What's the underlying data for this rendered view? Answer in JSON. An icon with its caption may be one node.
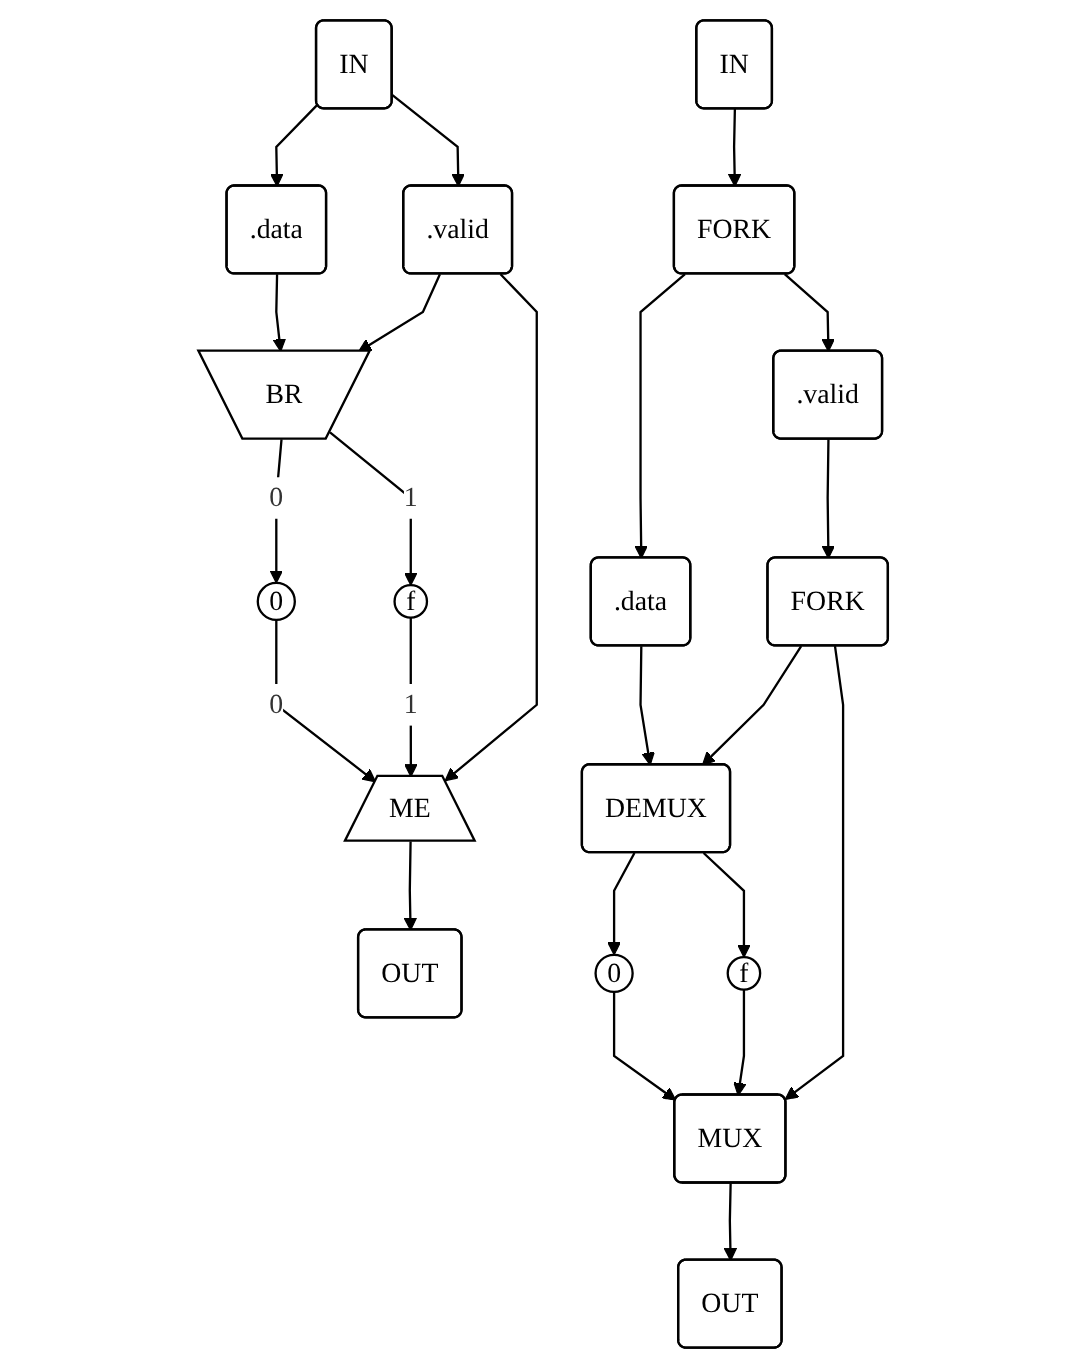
{
  "diagram": {
    "nodes": [
      {
        "text": [
          "IN"
        ]
      },
      {
        "text": [
          ".valid"
        ]
      },
      {
        "text": [
          ".data"
        ]
      },
      {
        "text": [
          "BR"
        ]
      },
      {
        "text": [
          "0"
        ]
      },
      {
        "text": [
          "f"
        ]
      },
      {
        "text": [
          "ME"
        ]
      },
      {
        "text": [
          "OUT"
        ]
      },
      {
        "text": [
          "IN"
        ]
      },
      {
        "text": [
          "FORK"
        ]
      },
      {
        "text": [
          ".valid"
        ]
      },
      {
        "text": [
          ".data"
        ]
      },
      {
        "text": [
          "FORK"
        ]
      },
      {
        "text": [
          "DEMUX"
        ]
      },
      {
        "text": [
          "0"
        ]
      },
      {
        "text": [
          "f"
        ]
      },
      {
        "text": [
          "MUX"
        ]
      },
      {
        "text": [
          "OUT"
        ]
      }
    ],
    "edges": [
      {
        "from": 0,
        "to": 1,
        "arrow": "to"
      },
      {
        "from": 0,
        "to": 2,
        "arrow": "to"
      },
      {
        "from": 2,
        "to": 3,
        "arrow": "to"
      },
      {
        "from": 1,
        "to": 3,
        "arrow": "to"
      },
      {
        "from": 3,
        "to": 4,
        "label": "0",
        "arrow": "to"
      },
      {
        "from": 3,
        "to": 5,
        "label": "1",
        "arrow": "to"
      },
      {
        "from": 4,
        "to": 6,
        "label": "0",
        "arrow": "to"
      },
      {
        "from": 5,
        "to": 6,
        "label": "1",
        "arrow": "to"
      },
      {
        "from": 1,
        "to": 6,
        "arrow": "to"
      },
      {
        "from": 6,
        "to": 7,
        "arrow": "to"
      },
      {
        "from": 8,
        "to": 9,
        "arrow": "to"
      },
      {
        "from": 9,
        "to": 10,
        "arrow": "to"
      },
      {
        "from": 9,
        "to": 11,
        "arrow": "to"
      },
      {
        "from": 10,
        "to": 12,
        "arrow": "to"
      },
      {
        "from": 11,
        "to": 13,
        "arrow": "to"
      },
      {
        "from": 12,
        "to": 13,
        "arrow": "to"
      },
      {
        "from": 13,
        "to": 14,
        "arrow": "to"
      },
      {
        "from": 13,
        "to": 15,
        "arrow": "to"
      },
      {
        "from": 14,
        "to": 16,
        "arrow": "to"
      },
      {
        "from": 15,
        "to": 16,
        "arrow": "to"
      },
      {
        "from": 12,
        "to": 16,
        "arrow": "to"
      },
      {
        "from": 16,
        "to": 17,
        "arrow": "to"
      }
    ]
  }
}
